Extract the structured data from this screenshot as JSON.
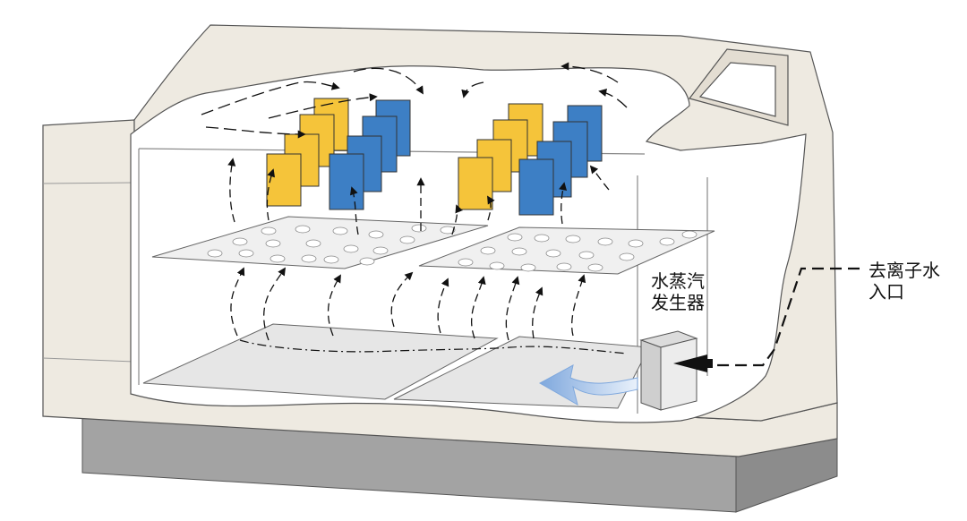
{
  "labels": {
    "steam_generator": [
      "水蒸汽",
      "发生器"
    ],
    "di_water_inlet": [
      "去离子水",
      "入口"
    ]
  },
  "colors": {
    "cabinet": "#eeeae1",
    "cabinet_dark": "#dcd6cb",
    "outline": "#555555",
    "base": "#a3a3a3",
    "base_side": "#8c8c8c",
    "chamber_floor": "#e6e6e6",
    "shelf": "#f0f0f0",
    "yellow_panel": "#f5c43a",
    "blue_panel": "#3d7fc5",
    "flow_arrow": "#9bbde6"
  },
  "icons": [
    "airflow-arrow",
    "water-inlet-arrow",
    "steam-flow-arrow"
  ]
}
